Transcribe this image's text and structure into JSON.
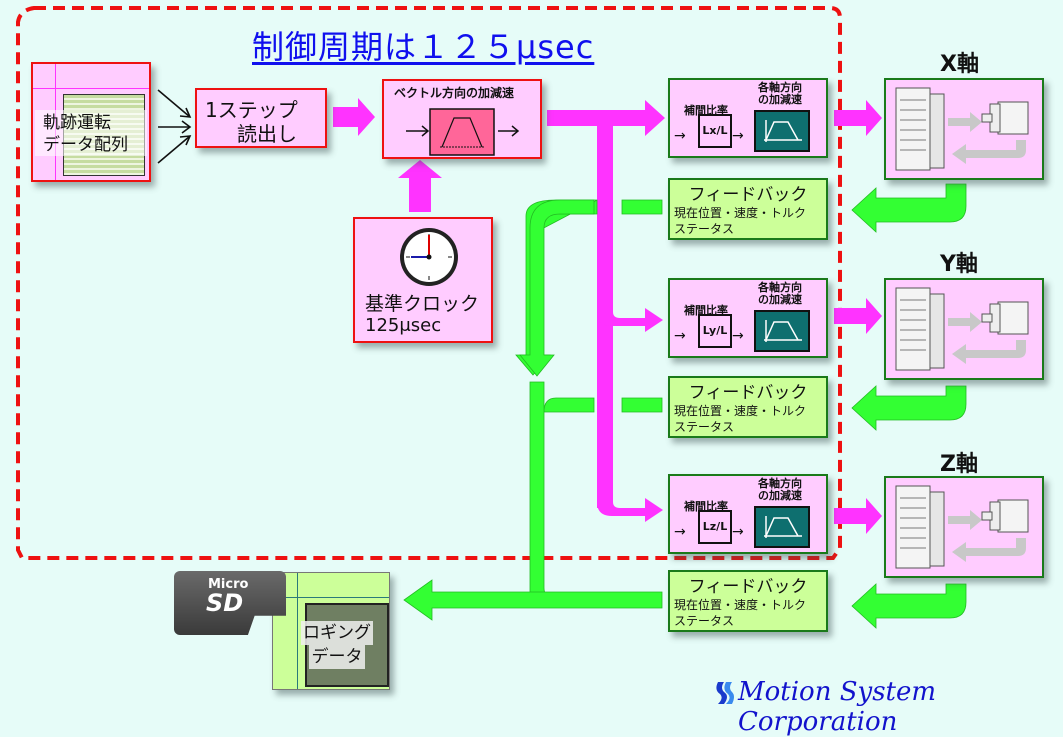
{
  "title": "制御周期は１２５μsec",
  "trajectory_data": {
    "label_line1": "軌跡運転",
    "label_line2": "データ配列"
  },
  "step_read": {
    "label_line1": "1ステップ",
    "label_line2": "読出し"
  },
  "vector_accel": {
    "label": "ベクトル方向の加減速",
    "icon": "trapezoid-profile-icon"
  },
  "clock": {
    "label_line1": "基準クロック",
    "label_line2": "125μsec",
    "icon": "clock-icon"
  },
  "axes": [
    {
      "name": "X軸",
      "ratio_label": "補間比率",
      "ratio_value": "Lx/L",
      "accel_label_line1": "各軸方向",
      "accel_label_line2": "の加減速"
    },
    {
      "name": "Y軸",
      "ratio_label": "補間比率",
      "ratio_value": "Ly/L",
      "accel_label_line1": "各軸方向",
      "accel_label_line2": "の加減速"
    },
    {
      "name": "Z軸",
      "ratio_label": "補間比率",
      "ratio_value": "Lz/L",
      "accel_label_line1": "各軸方向",
      "accel_label_line2": "の加減速"
    }
  ],
  "feedback": {
    "title": "フィードバック",
    "line1": "現在位置・速度・トルク",
    "line2": "ステータス"
  },
  "logging": {
    "label_line1": "ロギング",
    "label_line2": "データ",
    "sd_line1": "Micro",
    "sd_line2": "SD"
  },
  "footer": {
    "company": "Motion System Corporation"
  },
  "colors": {
    "command_flow": "#ff33ff",
    "feedback_flow": "#33ff33",
    "cycle_boundary": "#ee1111",
    "title": "#1010ee"
  }
}
